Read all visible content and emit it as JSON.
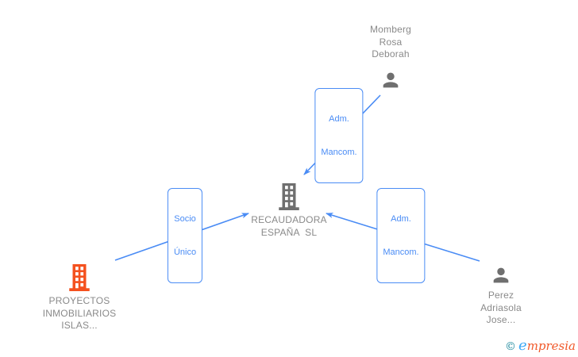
{
  "nodes": {
    "momberg": {
      "type": "person",
      "line1": "Momberg",
      "line2": "Rosa",
      "line3": "Deborah"
    },
    "recaudadora": {
      "type": "company",
      "line1": "RECAUDADORA",
      "line2": "ESPAÑA  SL"
    },
    "proyectos": {
      "type": "company",
      "line1": "PROYECTOS",
      "line2": "INMOBILIARIOS",
      "line3": "ISLAS..."
    },
    "perez": {
      "type": "person",
      "line1": "Perez",
      "line2": "Adriasola",
      "line3": "Jose..."
    }
  },
  "edges": [
    {
      "from": "Momberg Rosa Deborah",
      "to": "RECAUDADORA ESPAÑA SL",
      "label": "Adm. Mancom."
    },
    {
      "from": "PROYECTOS INMOBILIARIOS ISLAS...",
      "to": "RECAUDADORA ESPAÑA SL",
      "label": "Socio Único"
    },
    {
      "from": "Perez Adriasola Jose...",
      "to": "RECAUDADORA ESPAÑA SL",
      "label": "Adm. Mancom."
    }
  ],
  "edge_labels": {
    "adm_mancom_top": {
      "line1": "Adm.",
      "line2": "Mancom."
    },
    "socio_unico": {
      "line1": "Socio",
      "line2": "Único"
    },
    "adm_mancom_right": {
      "line1": "Adm.",
      "line2": "Mancom."
    }
  },
  "watermark": {
    "copyright": "©",
    "brand_initial": "e",
    "brand_rest": "mpresia"
  },
  "colors": {
    "edge_blue": "#4a8cf5",
    "node_text_gray": "#8a8a8a",
    "icon_gray": "#6f6f6f",
    "icon_orange": "#f4511e",
    "watermark_copyright": "#1f8a9e",
    "watermark_e": "#3fa9f5",
    "watermark_rest": "#f1592a"
  }
}
